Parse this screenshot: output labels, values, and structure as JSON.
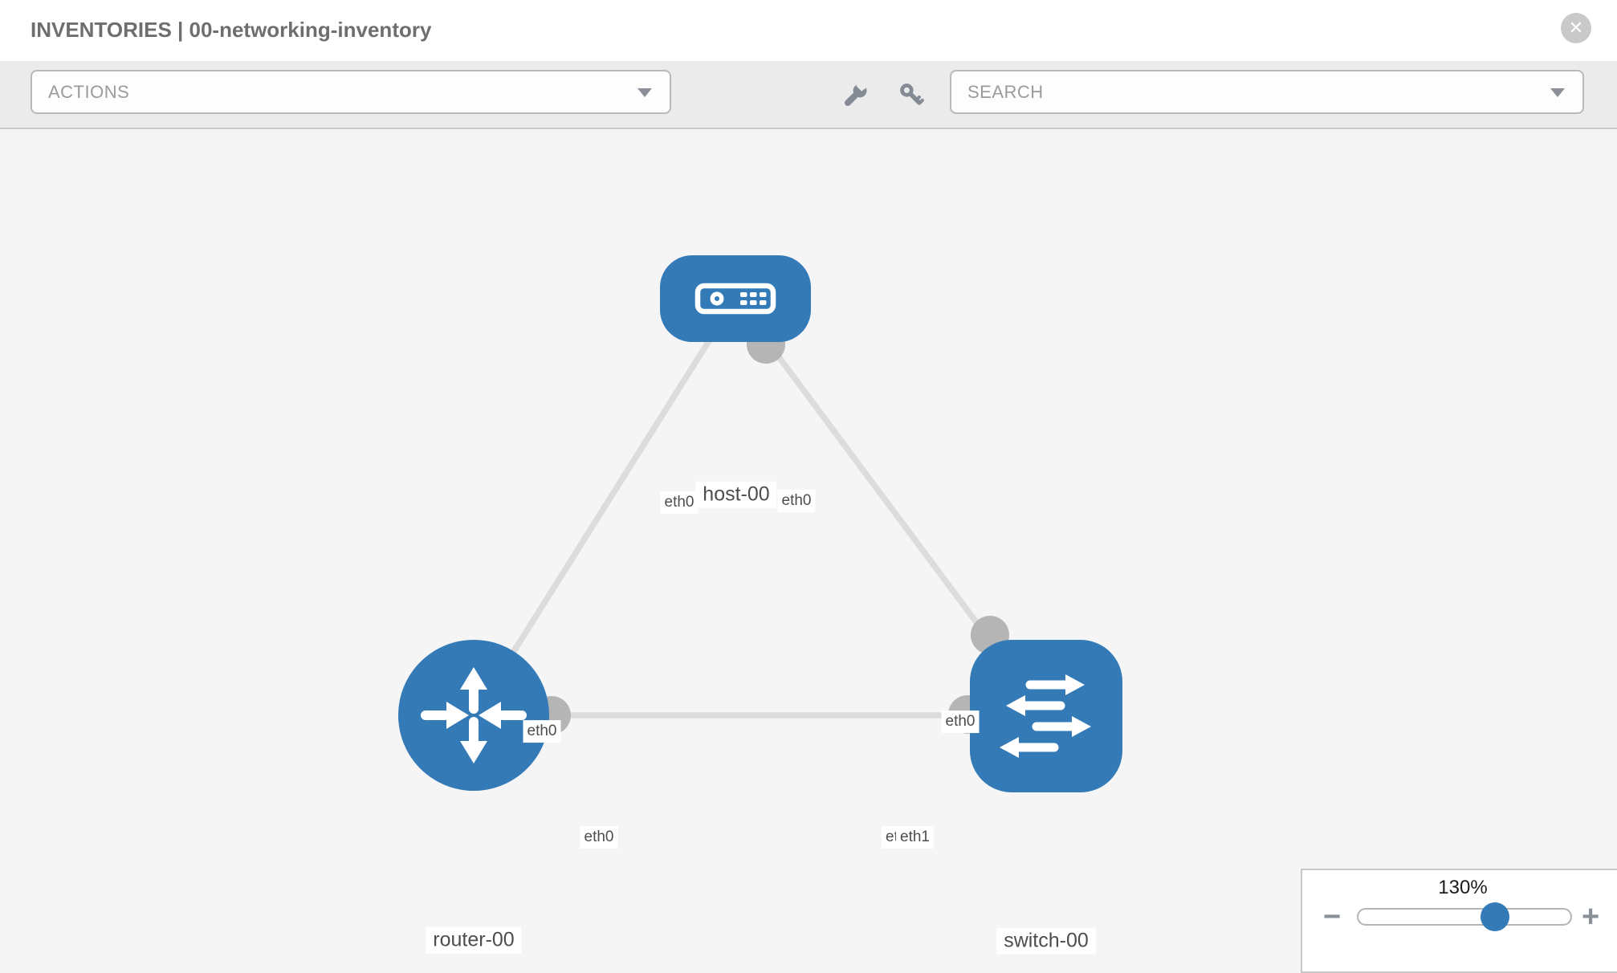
{
  "header": {
    "title": "INVENTORIES | 00-networking-inventory",
    "close_glyph": "✕"
  },
  "toolbar": {
    "actions_label": "ACTIONS",
    "search_placeholder": "SEARCH"
  },
  "topology": {
    "nodes": [
      {
        "id": "host-00",
        "type": "host",
        "label": "host-00"
      },
      {
        "id": "router-00",
        "type": "router",
        "label": "router-00"
      },
      {
        "id": "switch-00",
        "type": "switch",
        "label": "switch-00"
      }
    ],
    "links": [
      {
        "from": "router-00",
        "to": "host-00",
        "from_interface": "eth0",
        "to_interface": "eth0"
      },
      {
        "from": "host-00",
        "to": "switch-00",
        "from_interface": "eth0",
        "to_interface": "eth0"
      },
      {
        "from": "router-00",
        "to": "switch-00",
        "from_interface": "eth0",
        "to_interface": "eth1"
      }
    ],
    "obscured_interface_label": "eth0"
  },
  "zoom_control": {
    "level": "130%",
    "minus_label": "−",
    "plus_label": "+"
  },
  "colors": {
    "node_blue": "#337ab7",
    "link_gray": "#dcdcdc",
    "port_gray": "#b5b5b5",
    "toolbar_gray": "#ebebeb",
    "canvas_gray": "#f5f5f5"
  }
}
